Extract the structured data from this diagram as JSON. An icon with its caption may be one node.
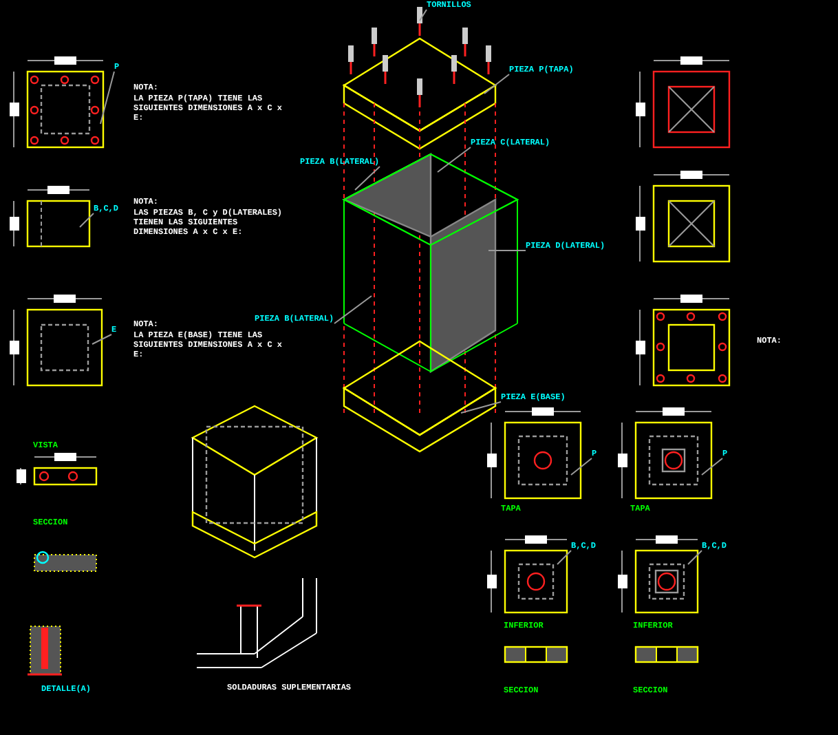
{
  "diagram": {
    "nodes": [
      {
        "text": [
          "TORNILLOS"
        ]
      },
      {
        "text": [
          "PIEZA P(TAPA)"
        ]
      },
      {
        "text": [
          "PIEZA C(LATERAL)"
        ]
      },
      {
        "text": [
          "PIEZA B(LATERAL)"
        ]
      },
      {
        "text": [
          "PIEZA D(LATERAL)"
        ]
      },
      {
        "text": [
          "PIEZA B(LATERAL)"
        ]
      },
      {
        "text": [
          "PIEZA E(BASE)"
        ]
      },
      {
        "text": [
          "P"
        ]
      },
      {
        "text": [
          "B,C,D"
        ]
      },
      {
        "text": [
          "E"
        ]
      },
      {
        "text": [
          "P"
        ]
      },
      {
        "text": [
          "P"
        ]
      },
      {
        "text": [
          "B,C,D"
        ]
      },
      {
        "text": [
          "B,C,D"
        ]
      }
    ],
    "edges": [
      {
        "from": 0,
        "to": null,
        "arrow": "none"
      },
      {
        "from": 1,
        "to": null,
        "arrow": "none"
      },
      {
        "from": 2,
        "to": null,
        "arrow": "none"
      },
      {
        "from": 3,
        "to": null,
        "arrow": "none"
      },
      {
        "from": 4,
        "to": null,
        "arrow": "none"
      },
      {
        "from": 5,
        "to": null,
        "arrow": "none"
      },
      {
        "from": 6,
        "to": null,
        "arrow": "none"
      },
      {
        "from": 7,
        "to": null,
        "arrow": "none"
      },
      {
        "from": 8,
        "to": null,
        "arrow": "none"
      },
      {
        "from": 9,
        "to": null,
        "arrow": "none"
      },
      {
        "from": 10,
        "to": null,
        "arrow": "none"
      },
      {
        "from": 11,
        "to": null,
        "arrow": "none"
      },
      {
        "from": 12,
        "to": null,
        "arrow": "none"
      },
      {
        "from": 13,
        "to": null,
        "arrow": "none"
      }
    ],
    "labels": [
      "NOTA:",
      "LA PIEZA P(TAPA) TIENE LAS SIGUIENTES DIMENSIONES A x C x E:",
      "NOTA:",
      "LAS PIEZAS B, C y D(LATERALES) TIENEN LAS SIGUIENTES DIMENSIONES A x C x E:",
      "NOTA:",
      "LA PIEZA E(BASE) TIENE LAS SIGUIENTES DIMENSIONES A x C x E:",
      "NOTA:",
      "VISTA",
      "SECCION",
      "DETALLE(A)",
      "SOLDADURAS SUPLEMENTARIAS",
      "TAPA",
      "TAPA",
      "INFERIOR",
      "INFERIOR",
      "SECCION",
      "SECCION"
    ]
  }
}
